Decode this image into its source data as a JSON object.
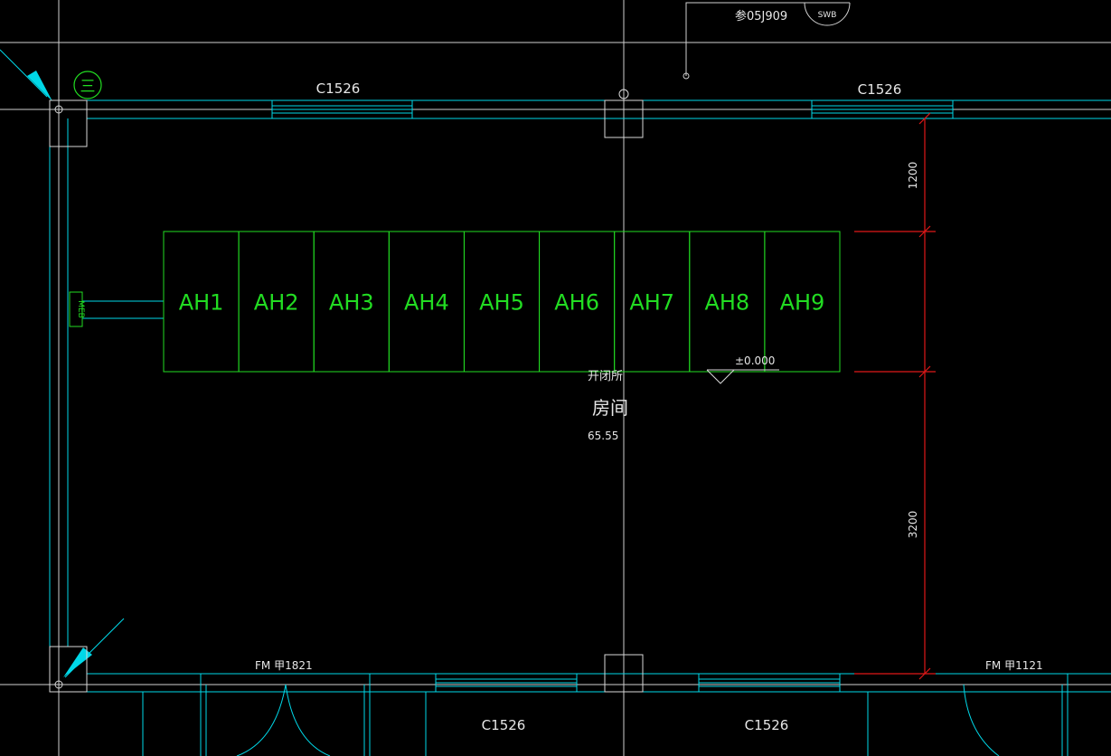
{
  "colors": {
    "background": "#000000",
    "wall": "#00d8e8",
    "grid": "#d0d0d0",
    "equipment": "#22dd22",
    "dimension": "#e01818",
    "text": "#e6e6e6"
  },
  "title_ref": {
    "text": "参05J909",
    "symbol": "SWB"
  },
  "axis_symbol": "三",
  "windows": {
    "top_left": "C1526",
    "top_right": "C1526",
    "bottom_left": "C1526",
    "bottom_right": "C1526"
  },
  "doors": {
    "left": "FM 甲1821",
    "right": "FM 甲1121"
  },
  "meb_label": "MEB",
  "cabinets": [
    "AH1",
    "AH2",
    "AH3",
    "AH4",
    "AH5",
    "AH6",
    "AH7",
    "AH8",
    "AH9"
  ],
  "elevation": "±0.000",
  "room": {
    "name_small": "开闭所",
    "name": "房间",
    "area": "65.55"
  },
  "dimensions": {
    "upper": "1200",
    "lower": "3200"
  }
}
